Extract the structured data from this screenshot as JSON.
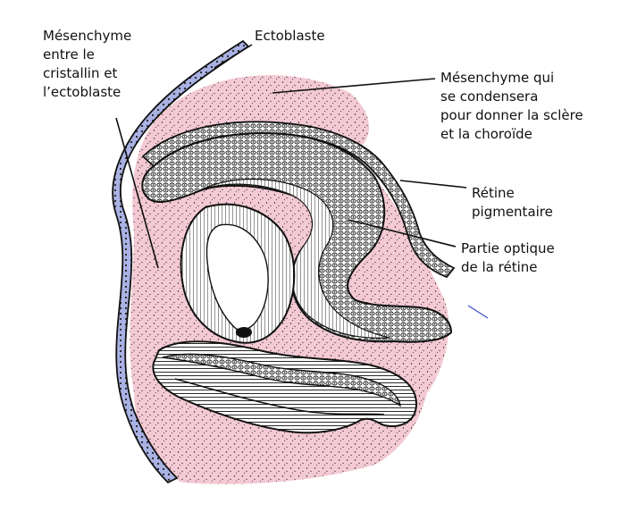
{
  "labels": {
    "mesenchyme_cristallin": [
      "Mésenchyme",
      "entre le",
      "cristallin et",
      "l’ectoblaste"
    ],
    "ectoblaste": [
      "Ectoblaste"
    ],
    "mesenchyme_condensera": [
      "Mésenchyme qui",
      "se condensera",
      "pour donner la sclère",
      "et la choroïde"
    ],
    "retine_pigmentaire": [
      "Rétine",
      "pigmentaire"
    ],
    "partie_optique": [
      "Partie optique",
      "de la rétine"
    ]
  },
  "colors": {
    "mesenchyme_pink": "#f3c9d3",
    "ectoblast_blue": "#aab2e4",
    "ink": "#111111"
  }
}
